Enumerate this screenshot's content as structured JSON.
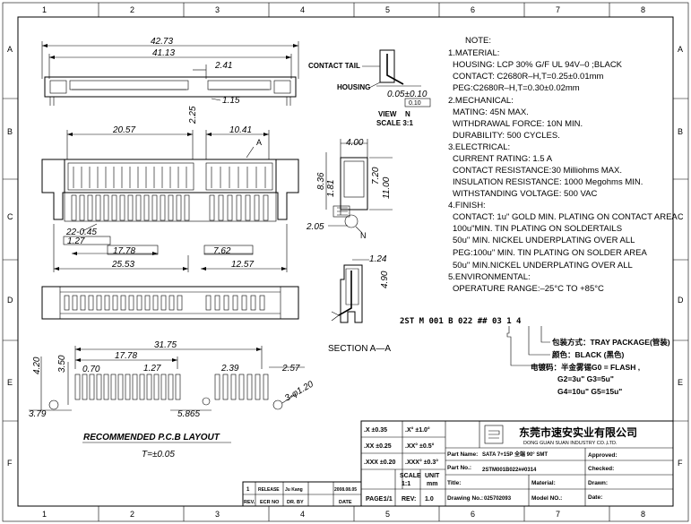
{
  "grid": {
    "cols": [
      "1",
      "2",
      "3",
      "4",
      "5",
      "6",
      "7",
      "8"
    ],
    "rows": [
      "A",
      "B",
      "C",
      "D",
      "E",
      "F"
    ]
  },
  "dims": {
    "d4273": "42.73",
    "d4113": "41.13",
    "d241": "2.41",
    "d115": "1.15",
    "d225": "2.25",
    "d2057": "20.57",
    "d1041": "10.41",
    "labelA": "A",
    "d2245": "22-0.45",
    "d127a": "1.27",
    "d1778a": "17.78",
    "d762": "7.62",
    "d2553": "25.53",
    "d1257": "12.57",
    "d400": "4.00",
    "d836": "8.36",
    "d181": "1.81",
    "d720": "7.20",
    "d1100": "11.00",
    "d205": "2.05",
    "labelN": "N",
    "d124": "1.24",
    "d490": "4.90",
    "d3175": "31.75",
    "d1778b": "17.78",
    "d420": "4.20",
    "d350": "3.50",
    "d070": "0.70",
    "d127b": "1.27",
    "d239": "2.39",
    "d257": "2.57",
    "d3phi": "3-φ1.20",
    "d379": "3.79",
    "d5865": "5.865"
  },
  "detail": {
    "contact_tail": "CONTACT TAIL",
    "housing": "HOUSING",
    "coplanarity": "0.05±0.10",
    "frame": "0.10",
    "view": "VIEW",
    "view_letter": "N",
    "scale": "SCALE 3:1"
  },
  "section_label": "SECTION A—A",
  "pcb": {
    "title": "RECOMMENDED P.C.B LAYOUT",
    "tolerance": "T=±0.05"
  },
  "notes": [
    "NOTE:",
    "1.MATERIAL:",
    "HOUSING: LCP  30% G/F UL 94V–0 ;BLACK",
    "CONTACT:  C2680R–H,T=0.25±0.01mm",
    "PEG:C2680R–H,T=0.30±0.02mm",
    "2.MECHANICAL:",
    "MATING: 45N MAX.",
    "WITHDRAWAL FORCE: 10N MIN.",
    "DURABILITY: 500 CYCLES.",
    "3.ELECTRICAL:",
    "CURRENT RATING: 1.5 A",
    "CONTACT RESISTANCE:30 Milliohms MAX.",
    "INSULATION RESISTANCE: 1000 Megohms MIN.",
    "WITHSTANDING VOLTAGE: 500 VAC",
    "4.FINISH:",
    "CONTACT: 1u\" GOLD MIN. PLATING ON CONTACT AREA",
    "100u\"MIN. TIN PLATING ON SOLDERTAILS",
    "50u\" MIN. NICKEL UNDERPLATING OVER ALL",
    "PEG:100u\" MIN.  TIN PLATING ON SOLDER AREA",
    "50u\" MIN.NICKEL UNDERPLATING OVER ALL",
    "5.ENVIRONMENTAL:",
    "OPERATURE RANGE:–25°C TO +85°C"
  ],
  "part_code": {
    "code": "2ST M 001 B 022 ## 03 1 4",
    "packaging": "包装方式：TRAY PACKAGE(管装)",
    "color": "颜色：BLACK (黑色)",
    "plating": "电镀码：半金雾锡G0 = FLASH ,",
    "plating2": "G2=3u\"  G3=5u\"",
    "plating3": "G4=10u\"  G5=15u\""
  },
  "tolerances": {
    "t1": ".X   ±0.35",
    "t2": ".XX  ±0.25",
    "t3": ".XXX ±0.20",
    "a1": ".X°  ±1.0°",
    "a2": ".XX° ±0.5°",
    "a3": ".XXX° ±0.3°",
    "scale_label": "SCALE",
    "scale_val": "1:1",
    "unit_label": "UNIT",
    "unit_val": "mm",
    "page_label": "PAGE:",
    "page_val": "1/1",
    "rev_label": "REV:",
    "rev_val": "1.0"
  },
  "company": {
    "name": "东莞市速安实业有限公司",
    "sub": "DONG GUAN SUAN INDUSTRY CO.,LTD."
  },
  "titleblock": {
    "part_name_label": "Part Name:",
    "part_name": "SATA 7+15P 全端 90° SMT",
    "part_no_label": "Part No.:",
    "part_no": "2STM001B022##0314",
    "title_label": "Title:",
    "material_label": "Material:",
    "drawing_no_label": "Drawing No.:",
    "drawing_no": "025702093",
    "model_label": "Model NO.:",
    "approved_label": "Approved:",
    "checked_label": "Checked:",
    "drawn_label": "Drawn:",
    "date_label": "Date:"
  },
  "revision": {
    "rev": "1",
    "desc": "RELEASE",
    "by": "Ju Kang",
    "date": "2008.08.05",
    "h_rev": "REV.",
    "h_desc": "ECR NO",
    "h_by": "DR. BY",
    "h_date": "DATE"
  }
}
